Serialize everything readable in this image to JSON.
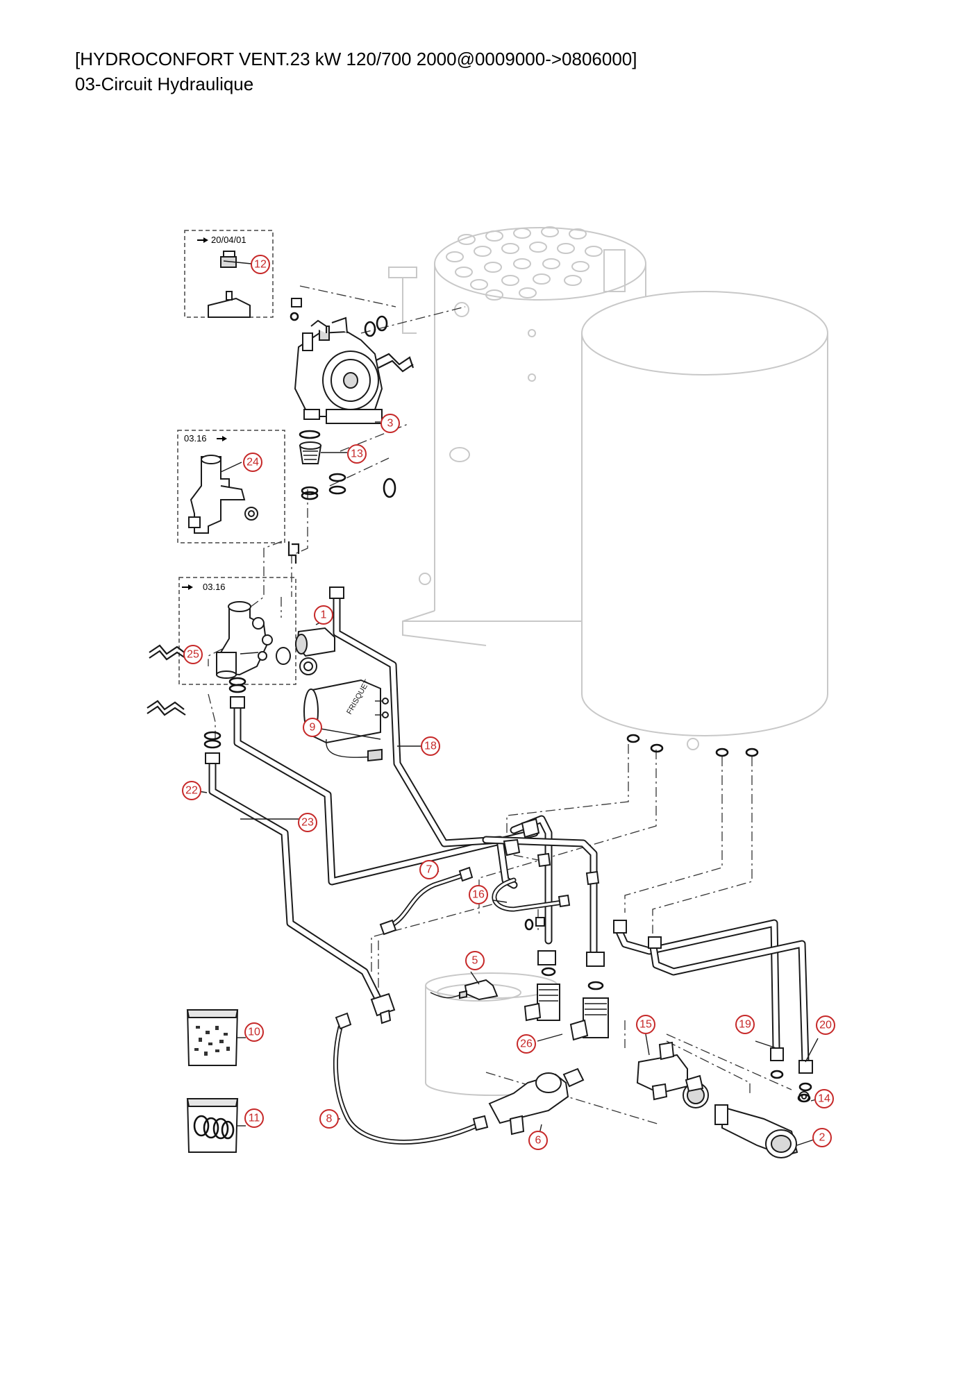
{
  "document": {
    "title": "[HYDROCONFORT VENT.23 kW 120/700 2000@0009000->0806000]",
    "subtitle": "03-Circuit Hydraulique"
  },
  "inset_boxes": {
    "pump_variant": "20/04/01",
    "valve_variant": "03.16",
    "valve_body_variant": "03.16"
  },
  "motor_brand": "FRISQUET",
  "callouts": {
    "c1": "1",
    "c2": "2",
    "c3": "3",
    "c5": "5",
    "c6": "6",
    "c7": "7",
    "c8": "8",
    "c9": "9",
    "c10": "10",
    "c11": "11",
    "c12": "12",
    "c13": "13",
    "c14": "14",
    "c15": "15",
    "c16": "16",
    "c18": "18",
    "c19": "19",
    "c20": "20",
    "c22": "22",
    "c23": "23",
    "c24": "24",
    "c25": "25",
    "c26": "26"
  }
}
